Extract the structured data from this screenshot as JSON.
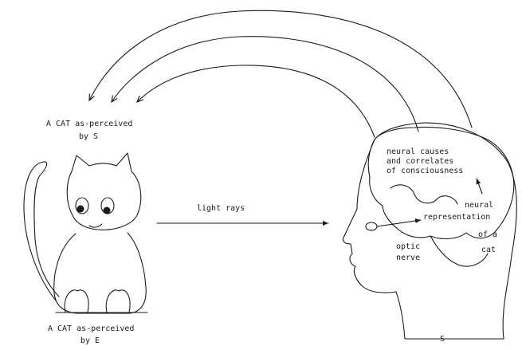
{
  "labels": {
    "cat_perceived_by_s": [
      "A CAT as-perceived",
      "by S"
    ],
    "cat_perceived_by_e": [
      "A CAT as-perceived",
      "by E"
    ],
    "light_rays": "light rays",
    "neural_causes": [
      "neural causes",
      "and correlates",
      "of consciousness"
    ],
    "neural_representation": [
      "neural",
      "representation",
      "of a",
      "cat"
    ],
    "optic_nerve": [
      "optic",
      "nerve"
    ],
    "subject": "S"
  }
}
